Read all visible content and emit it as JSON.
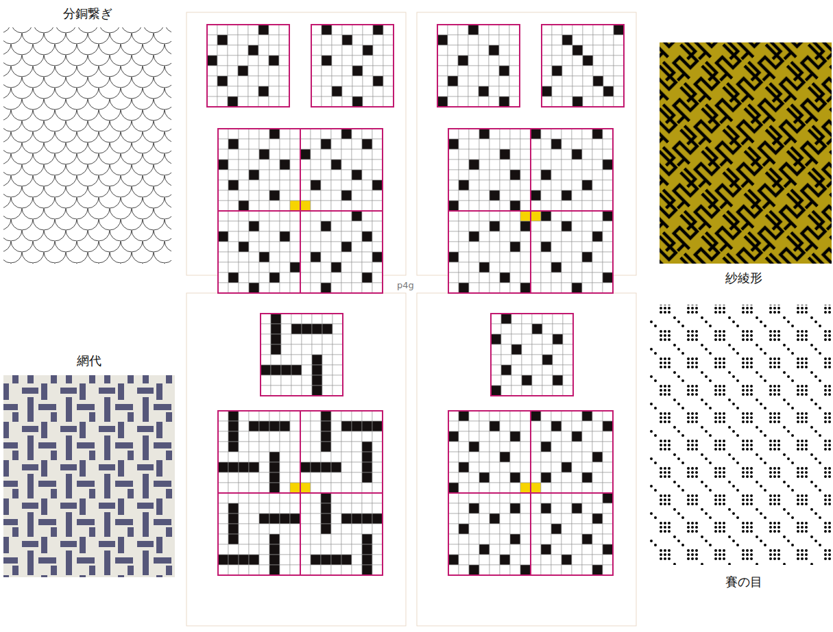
{
  "diagram": {
    "labels": [
      "分銅繋ぎ",
      "紗綾形",
      "p4g",
      "網代",
      "賽の目"
    ]
  }
}
